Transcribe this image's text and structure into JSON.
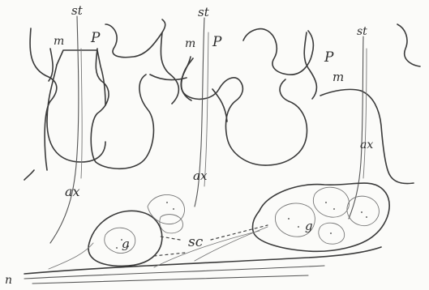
{
  "figure": {
    "labels": {
      "st_left": "st",
      "st_middle": "st",
      "st_right": "st",
      "m_left": "m",
      "m_middle": "m",
      "m_right": "m",
      "p_left": "P",
      "p_middle": "P",
      "p_right": "P",
      "ax_left": "ax",
      "ax_middle": "ax",
      "ax_right": "ax",
      "sc": "sc",
      "n": "n",
      "g_left": "g",
      "g_right": "g"
    }
  }
}
